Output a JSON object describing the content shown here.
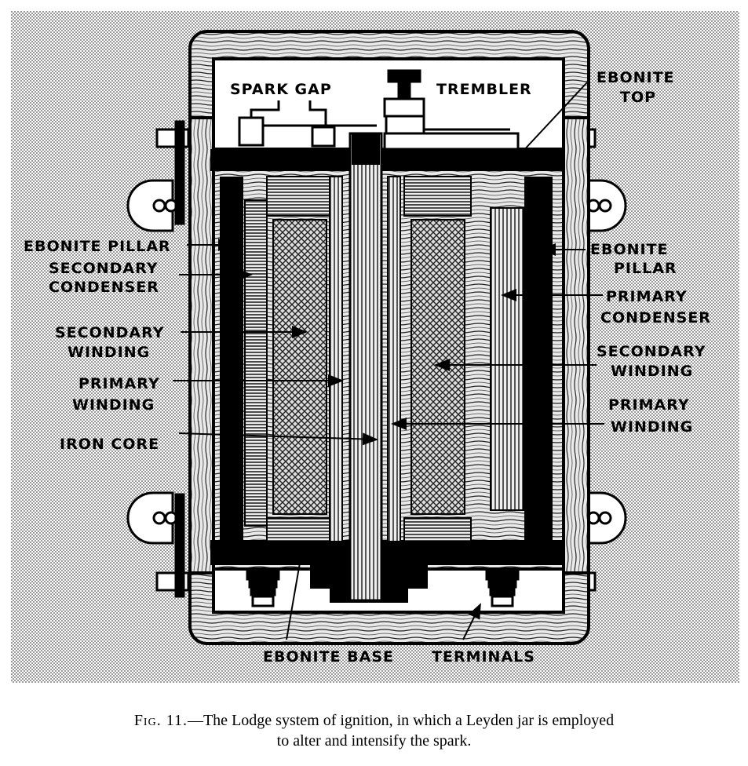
{
  "labels": {
    "spark_gap": "SPARK GAP",
    "trembler": "TREMBLER",
    "ebonite_top_1": "EBONITE",
    "ebonite_top_2": "TOP",
    "ebonite_pillar_left": "EBONITE PILLAR",
    "secondary_condenser_1": "SECONDARY",
    "secondary_condenser_2": "CONDENSER",
    "secondary_winding_left_1": "SECONDARY",
    "secondary_winding_left_2": "WINDING",
    "primary_winding_left_1": "PRIMARY",
    "primary_winding_left_2": "WINDING",
    "iron_core": "IRON CORE",
    "ebonite_pillar_right_1": "EBONITE",
    "ebonite_pillar_right_2": "PILLAR",
    "primary_condenser_1": "PRIMARY",
    "primary_condenser_2": "CONDENSER",
    "secondary_winding_right_1": "SECONDARY",
    "secondary_winding_right_2": "WINDING",
    "primary_winding_right_1": "PRIMARY",
    "primary_winding_right_2": "WINDING",
    "ebonite_base": "EBONITE BASE",
    "terminals": "TERMINALS"
  },
  "caption": {
    "fig_number": "Fig. 11.",
    "line1": "—The Lodge system of ignition, in which a Leyden jar is employed",
    "line2": "to alter and intensify the spark."
  }
}
